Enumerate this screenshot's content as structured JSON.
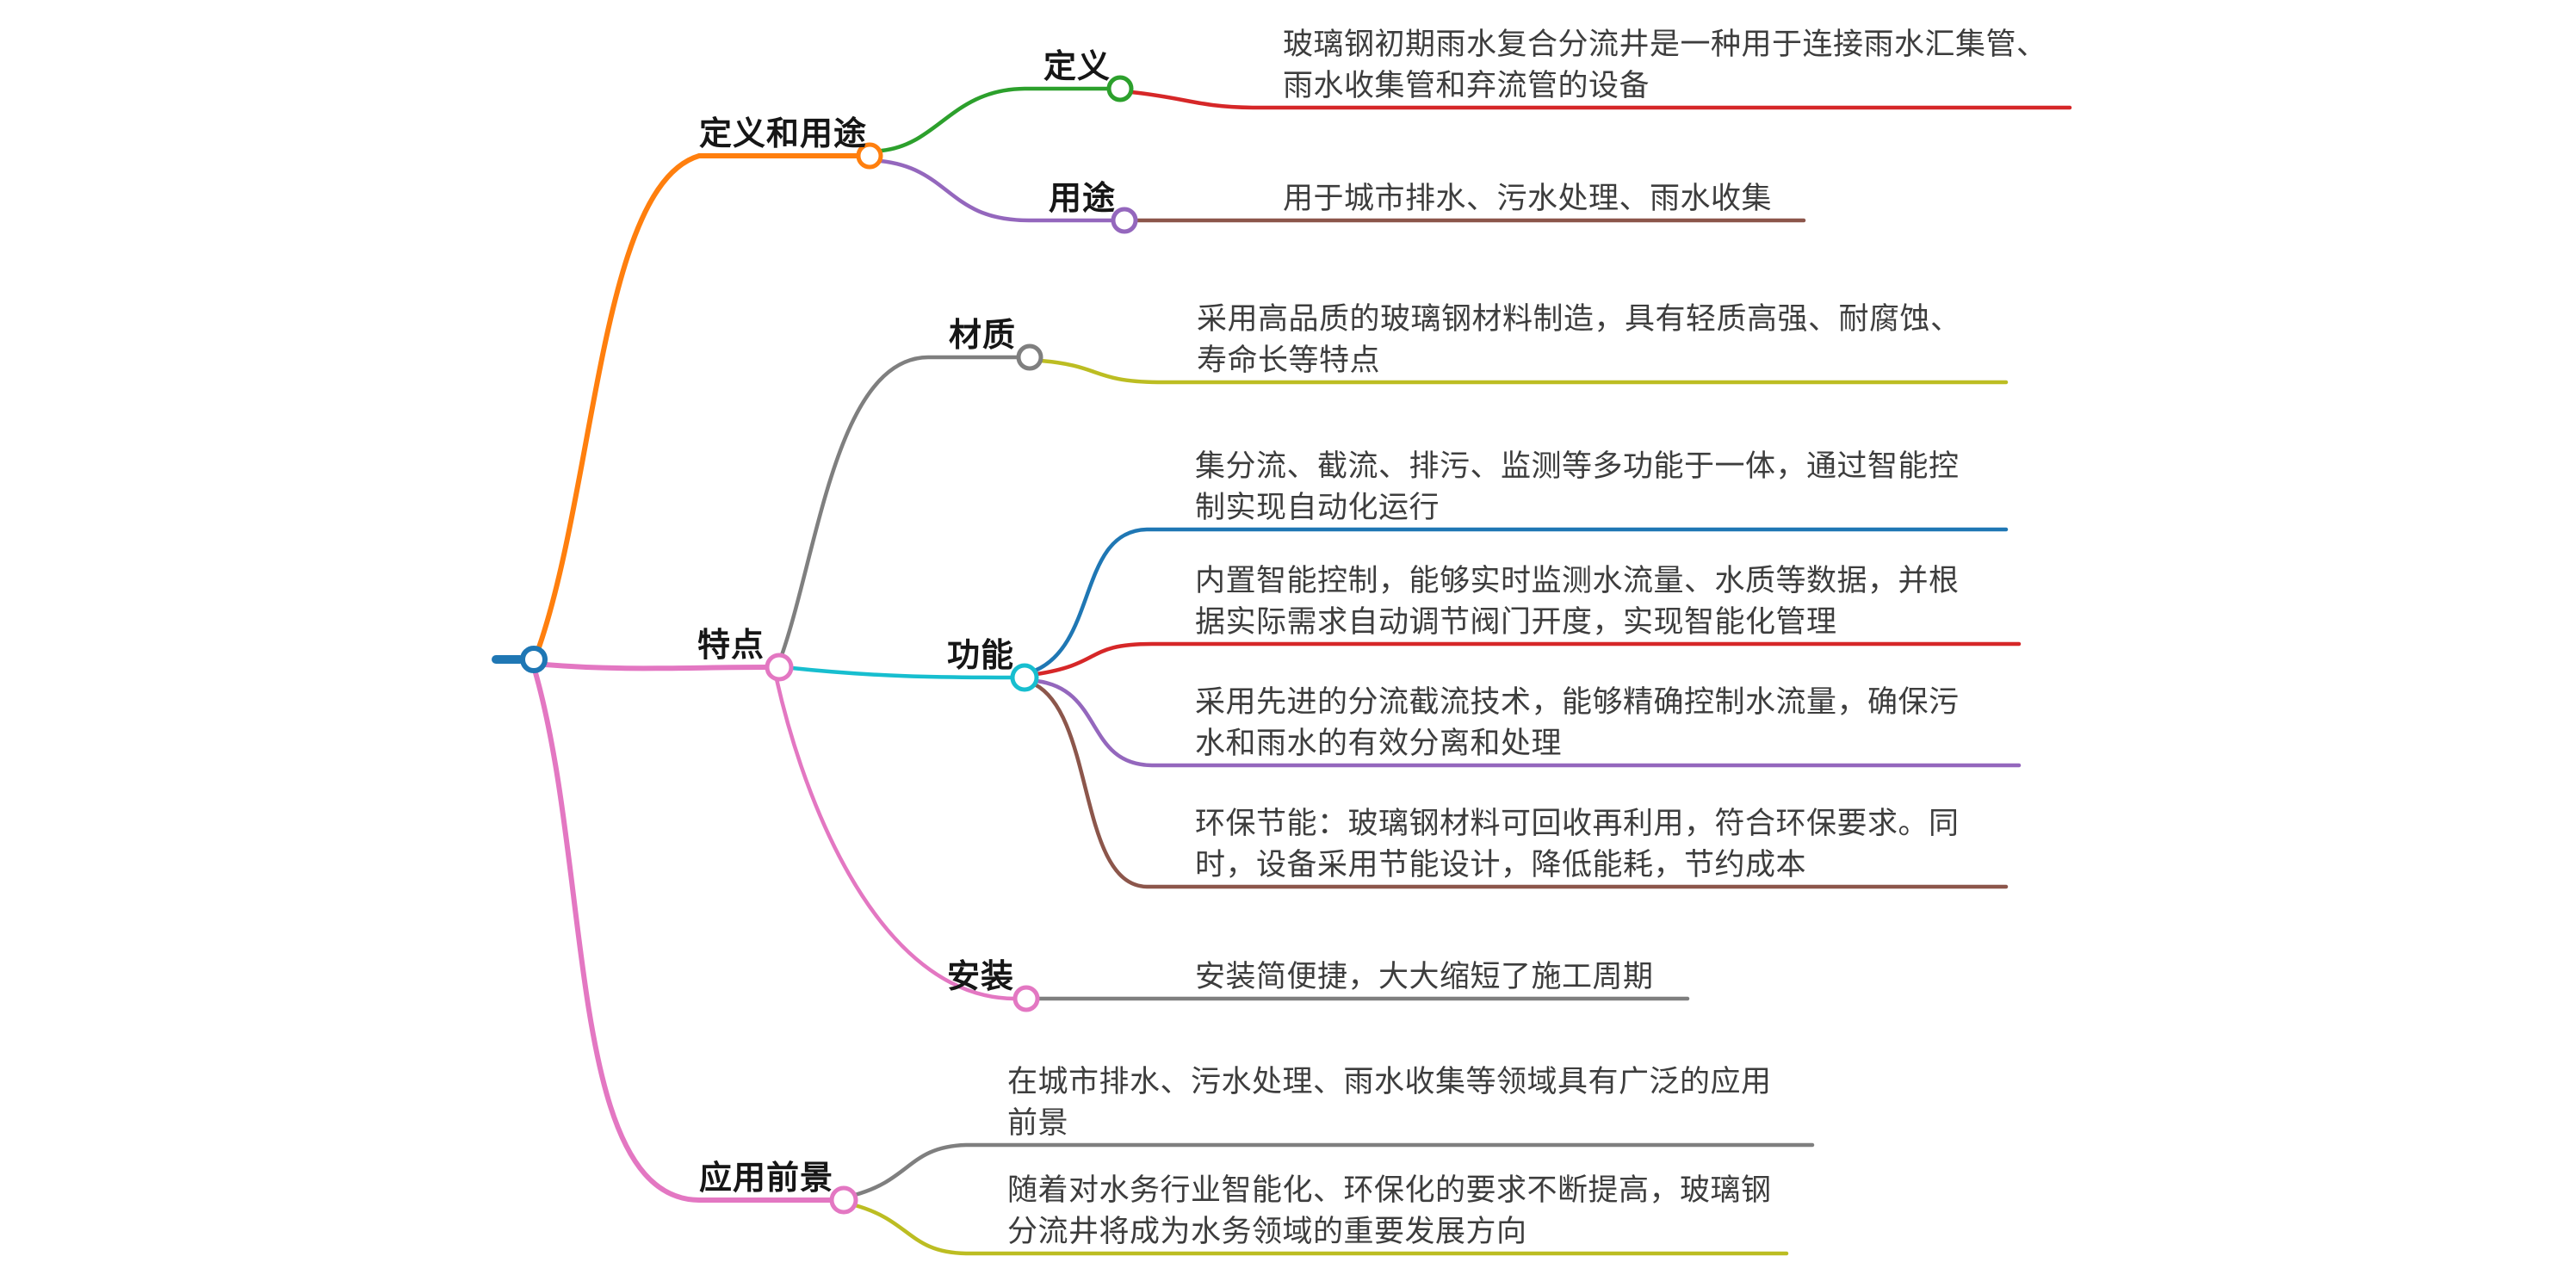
{
  "root": {
    "color": "#1f77b4"
  },
  "palette": {
    "blue": "#1f77b4",
    "orange": "#ff7f0e",
    "green": "#2ca02c",
    "red": "#d62728",
    "purple": "#9467bd",
    "brown": "#8c564b",
    "pink": "#e377c2",
    "gray": "#7f7f7f",
    "olive": "#bcbd22",
    "cyan": "#17becf"
  },
  "branches": [
    {
      "id": "definition-usage",
      "label": "定义和用途",
      "color": "#ff7f0e",
      "children": [
        {
          "id": "definition",
          "label": "定义",
          "color": "#2ca02c",
          "leaves": [
            {
              "underline_color": "#d62728",
              "lines": [
                "玻璃钢初期雨水复合分流井是一种用于连接雨水汇集管、",
                "雨水收集管和弃流管的设备"
              ]
            }
          ]
        },
        {
          "id": "usage",
          "label": "用途",
          "color": "#9467bd",
          "leaves": [
            {
              "underline_color": "#8c564b",
              "lines": [
                "用于城市排水、污水处理、雨水收集"
              ]
            }
          ]
        }
      ]
    },
    {
      "id": "features",
      "label": "特点",
      "color": "#e377c2",
      "children": [
        {
          "id": "material",
          "label": "材质",
          "color": "#7f7f7f",
          "leaves": [
            {
              "underline_color": "#bcbd22",
              "lines": [
                "采用高品质的玻璃钢材料制造，具有轻质高强、耐腐蚀、",
                "寿命长等特点"
              ]
            }
          ]
        },
        {
          "id": "function",
          "label": "功能",
          "color": "#17becf",
          "leaves": [
            {
              "underline_color": "#1f77b4",
              "lines": [
                "集分流、截流、排污、监测等多功能于一体，通过智能控",
                "制实现自动化运行"
              ]
            },
            {
              "underline_color": "#d62728",
              "lines": [
                "内置智能控制，能够实时监测水流量、水质等数据，并根",
                "据实际需求自动调节阀门开度，实现智能化管理"
              ]
            },
            {
              "underline_color": "#9467bd",
              "lines": [
                "采用先进的分流截流技术，能够精确控制水流量，确保污",
                "水和雨水的有效分离和处理"
              ]
            },
            {
              "underline_color": "#8c564b",
              "lines": [
                "环保节能：玻璃钢材料可回收再利用，符合环保要求。同",
                "时，设备采用节能设计，降低能耗，节约成本"
              ]
            }
          ]
        },
        {
          "id": "installation",
          "label": "安装",
          "color": "#e377c2",
          "leaves": [
            {
              "underline_color": "#7f7f7f",
              "lines": [
                "安装简便捷，大大缩短了施工周期"
              ]
            }
          ]
        }
      ]
    },
    {
      "id": "application-prospects",
      "label": "应用前景",
      "color": "#e377c2",
      "leaves": [
        {
          "underline_color": "#7f7f7f",
          "lines": [
            "在城市排水、污水处理、雨水收集等领域具有广泛的应用",
            "前景"
          ]
        },
        {
          "underline_color": "#bcbd22",
          "lines": [
            "随着对水务行业智能化、环保化的要求不断提高，玻璃钢",
            "分流井将成为水务领域的重要发展方向"
          ]
        }
      ]
    }
  ]
}
